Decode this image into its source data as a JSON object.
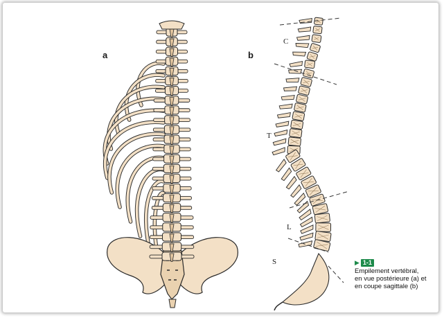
{
  "figure": {
    "panels": {
      "a": "a",
      "b": "b"
    },
    "regions": {
      "cervical": "C",
      "thoracic": "T",
      "lumbar": "L",
      "sacral": "S"
    },
    "caption": {
      "number": "1-1",
      "lines": [
        "Empilement vertébral,",
        "en vue postérieure (a) et",
        "en coupe sagittale (b)"
      ]
    },
    "colors": {
      "bone": "#f3e0c6",
      "outline": "#2a2a2a",
      "accent": "#1d8a4a"
    }
  }
}
